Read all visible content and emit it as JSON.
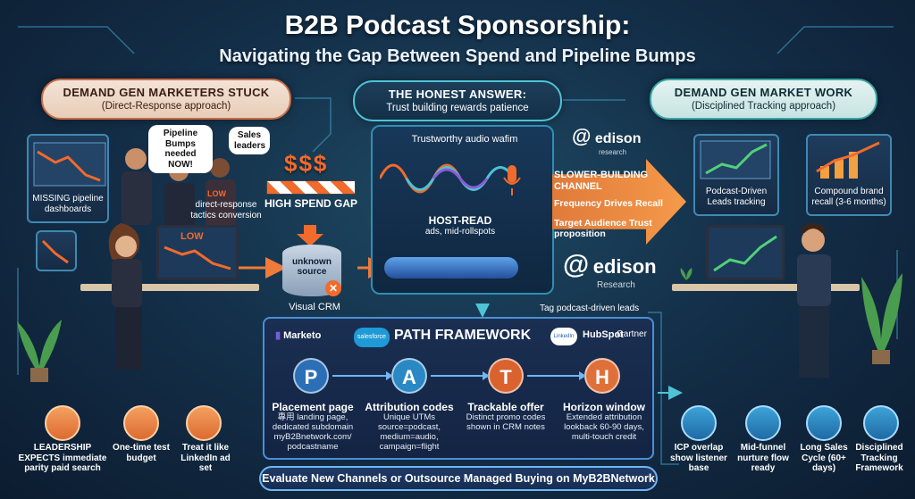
{
  "title": "B2B Podcast Sponsorship:",
  "subtitle": "Navigating the Gap Between Spend and Pipeline Bumps",
  "left_header": {
    "title": "DEMAND GEN MARKETERS STUCK",
    "subtitle": "(Direct-Response approach)"
  },
  "mid_header": {
    "title": "THE HONEST ANSWER:",
    "subtitle": "Trust building rewards patience"
  },
  "right_header": {
    "title": "DEMAND GEN MARKET WORK",
    "subtitle": "(Disciplined Tracking approach)"
  },
  "left_scene": {
    "bubble_pipeline": "Pipeline Bumps needed NOW!",
    "bubble_sales": "Sales leaders",
    "missing_dash": "MISSING pipeline dashboards",
    "low_badge": "LOW",
    "tactics": "direct-response tactics conversion",
    "monitor_low": "LOW"
  },
  "gap": {
    "dollars": "$$$",
    "label": "HIGH SPEND GAP"
  },
  "crm": {
    "unknown": "unknown source",
    "label": "Visual CRM"
  },
  "audio": {
    "title": "Trustworthy audio wafim",
    "host": "HOST-READ",
    "host_sub": "ads, mid-rollspots"
  },
  "edison": {
    "name": "edison",
    "research": "research",
    "research_big": "Research"
  },
  "arrow": {
    "line1": "SLOWER-BUILDING CHANNEL",
    "line2": "Frequency Drives Recall",
    "line3": "Target Audience Trust proposition"
  },
  "right_scene": {
    "podcast_leads": "Podcast-Driven Leads tracking",
    "compound": "Compound brand recall (3-6 months)"
  },
  "tag_text": "Tag podcast-driven leads",
  "framework": {
    "title": "PATH FRAMEWORK",
    "brands": {
      "marketo": "Marketo",
      "salesforce": "salesforce",
      "linkedin": "LinkedIn",
      "hubspot": "HubSpot",
      "gartner": "Gartner"
    },
    "steps": [
      {
        "letter": "P",
        "head": "Placement page",
        "body": "專用 landing page, dedicated subdomain myB2Bnetwork.com/ podcastname"
      },
      {
        "letter": "A",
        "head": "Attribution codes",
        "body": "Unique UTMs source=podcast, medium=audio, campaign=flight"
      },
      {
        "letter": "T",
        "head": "Trackable offer",
        "body": "Distinct promo codes shown in CRM notes"
      },
      {
        "letter": "H",
        "head": "Horizon window",
        "body": "Extended attribution lookback 60-90 days, multi-touch credit"
      }
    ]
  },
  "left_icons": [
    {
      "icon": "magnifier-people-icon",
      "label": "LEADERSHIP EXPECTS immediate parity paid search"
    },
    {
      "icon": "money-bill-icon",
      "label": "One-time test budget"
    },
    {
      "icon": "megaphone-icon",
      "label": "Treat it like LinkedIn ad set"
    }
  ],
  "right_icons": [
    {
      "icon": "people-group-icon",
      "label": "ICP overlap show listener base"
    },
    {
      "icon": "funnel-icon",
      "label": "Mid-funnel nurture flow ready"
    },
    {
      "icon": "calendar-icon",
      "label": "Long Sales Cycle (60+ days)"
    },
    {
      "icon": "clipboard-check-icon",
      "label": "Disciplined Tracking Framework"
    }
  ],
  "bottom_cta": "Evaluate New Channels or Outsource Managed Buying on MyB2BNetwork",
  "colors": {
    "orange": "#e07a3a",
    "teal": "#3aa7a4",
    "blue": "#4a8fd8",
    "p": "#2b6fb6",
    "a": "#2a88c4",
    "t": "#d9622f",
    "h": "#e0703a"
  }
}
